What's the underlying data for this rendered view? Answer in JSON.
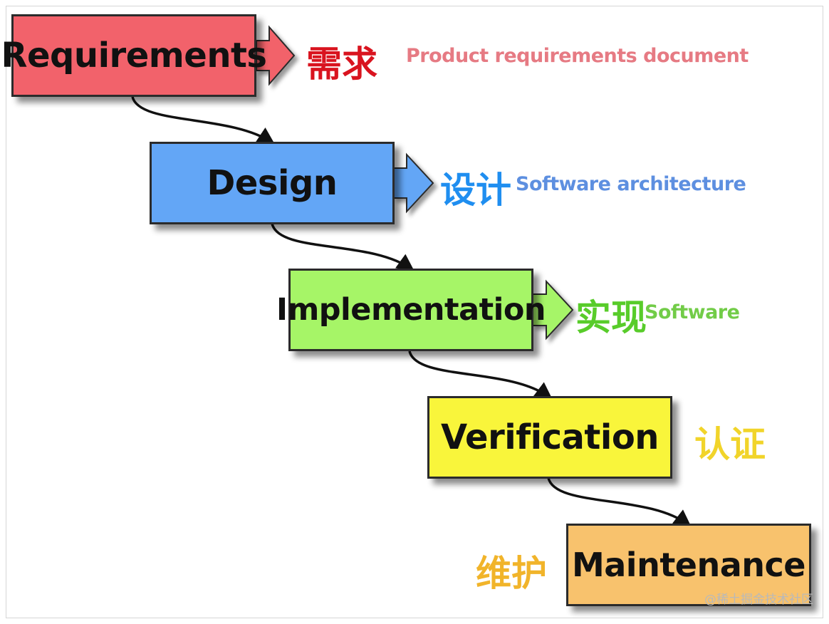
{
  "stages": [
    {
      "id": "requirements",
      "label": "Requirements",
      "cn": "需求",
      "output": "Product requirements document",
      "color": "#f2626b",
      "cn_color": "#d9141f",
      "output_color": "#e67a83"
    },
    {
      "id": "design",
      "label": "Design",
      "cn": "设计",
      "output": "Software architecture",
      "color": "#63a6f6",
      "cn_color": "#1f8ef0",
      "output_color": "#5d8fe0"
    },
    {
      "id": "implementation",
      "label": "Implementation",
      "cn": "实现",
      "output": "Software",
      "color": "#a6f567",
      "cn_color": "#58cc2a",
      "output_color": "#72cc48"
    },
    {
      "id": "verification",
      "label": "Verification",
      "cn": "认证",
      "output": "",
      "color": "#f9f53b",
      "cn_color": "#f1d42a",
      "output_color": ""
    },
    {
      "id": "maintenance",
      "label": "Maintenance",
      "cn": "维护",
      "output": "",
      "color": "#f8c26d",
      "cn_color": "#f1b42a",
      "output_color": ""
    }
  ],
  "watermark": "@稀土掘金技术社区"
}
